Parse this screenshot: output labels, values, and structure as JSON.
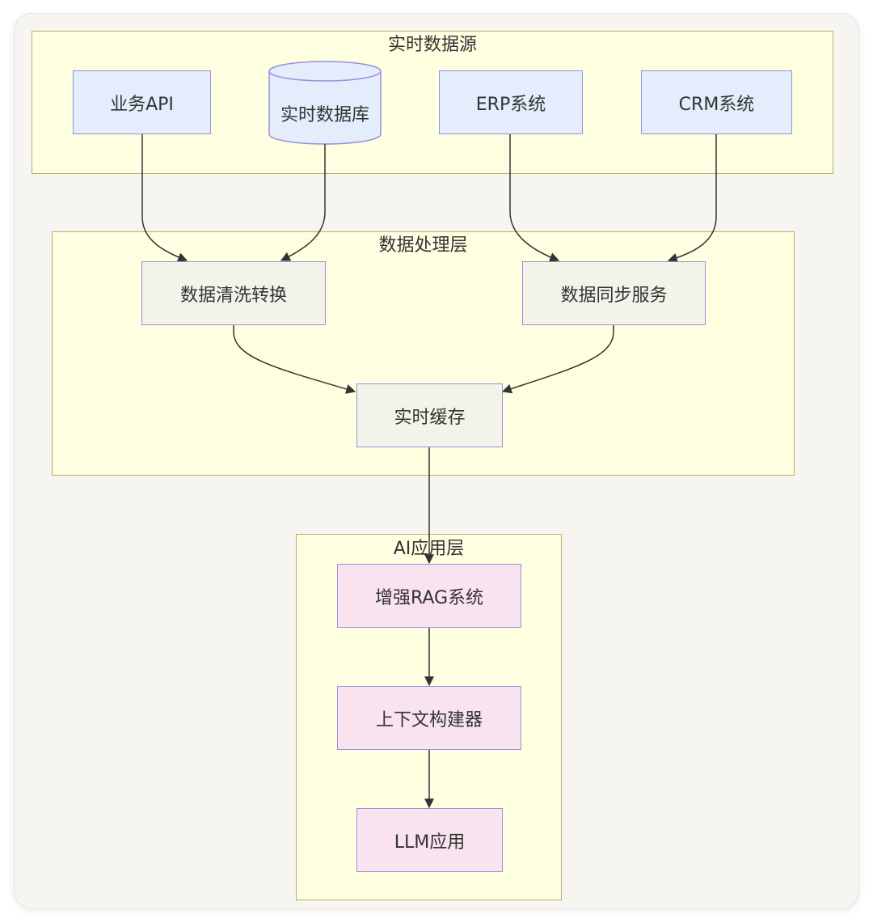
{
  "groups": {
    "sources": {
      "title": "实时数据源"
    },
    "processing": {
      "title": "数据处理层"
    },
    "ai": {
      "title": "AI应用层"
    }
  },
  "nodes": {
    "business_api": "业务API",
    "realtime_db": "实时数据库",
    "erp": "ERP系统",
    "crm": "CRM系统",
    "cleaning": "数据清洗转换",
    "sync": "数据同步服务",
    "cache": "实时缓存",
    "rag": "增强RAG系统",
    "context_builder": "上下文构建器",
    "llm_app": "LLM应用"
  },
  "edges": [
    {
      "from": "业务API",
      "to": "数据清洗转换"
    },
    {
      "from": "实时数据库",
      "to": "数据清洗转换"
    },
    {
      "from": "ERP系统",
      "to": "数据同步服务"
    },
    {
      "from": "CRM系统",
      "to": "数据同步服务"
    },
    {
      "from": "数据清洗转换",
      "to": "实时缓存"
    },
    {
      "from": "数据同步服务",
      "to": "实时缓存"
    },
    {
      "from": "实时缓存",
      "to": "增强RAG系统"
    },
    {
      "from": "增强RAG系统",
      "to": "上下文构建器"
    },
    {
      "from": "上下文构建器",
      "to": "LLM应用"
    }
  ],
  "colors": {
    "group_fill": "#fefee0",
    "group_border": "#b6b36b",
    "source_fill": "#e3edfb",
    "processing_fill": "#f2f4ea",
    "ai_fill": "#f8e3ee",
    "node_border": "#9c8fdc",
    "edge": "#333333"
  }
}
